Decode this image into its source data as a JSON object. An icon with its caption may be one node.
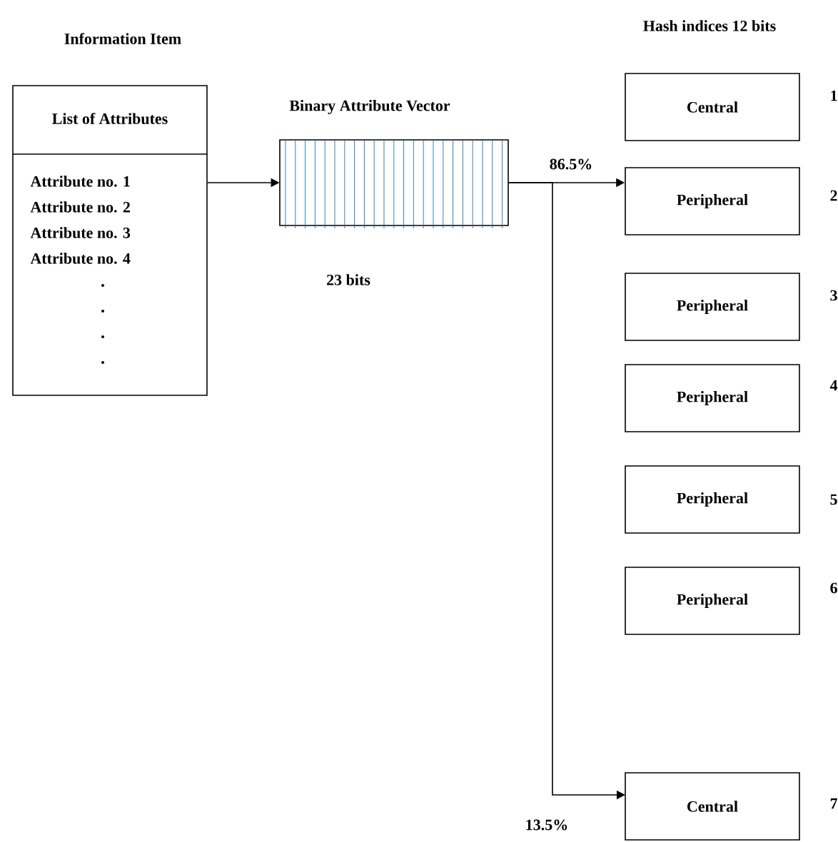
{
  "diagram": {
    "nodes": [
      {
        "text": [
          "Information Item",
          "List of Attributes",
          "Attribute no. 1",
          "Attribute no. 2",
          "Attribute no. 3",
          "Attribute no. 4"
        ]
      },
      {
        "text": [
          "Binary Attribute Vector"
        ],
        "beside": [
          "23 bits"
        ]
      },
      {
        "text": [
          "Central"
        ],
        "beside": [
          "1"
        ]
      },
      {
        "text": [
          "Peripheral"
        ],
        "beside": [
          "2"
        ]
      },
      {
        "text": [
          "Peripheral"
        ],
        "beside": [
          "3"
        ]
      },
      {
        "text": [
          "Peripheral"
        ],
        "beside": [
          "4"
        ]
      },
      {
        "text": [
          "Peripheral"
        ],
        "beside": [
          "5"
        ]
      },
      {
        "text": [
          "Peripheral"
        ],
        "beside": [
          "6"
        ]
      },
      {
        "text": [
          "Central"
        ],
        "beside": [
          "7"
        ]
      }
    ],
    "edges": [
      {
        "from": 0,
        "to": 1,
        "arrow": "to"
      },
      {
        "from": 1,
        "to": 3,
        "arrow": "to",
        "label": "86.5%"
      },
      {
        "from": 1,
        "to": 8,
        "arrow": "to",
        "label": "13.5%"
      }
    ],
    "labels": [
      "Hash indices 12 bits"
    ]
  }
}
